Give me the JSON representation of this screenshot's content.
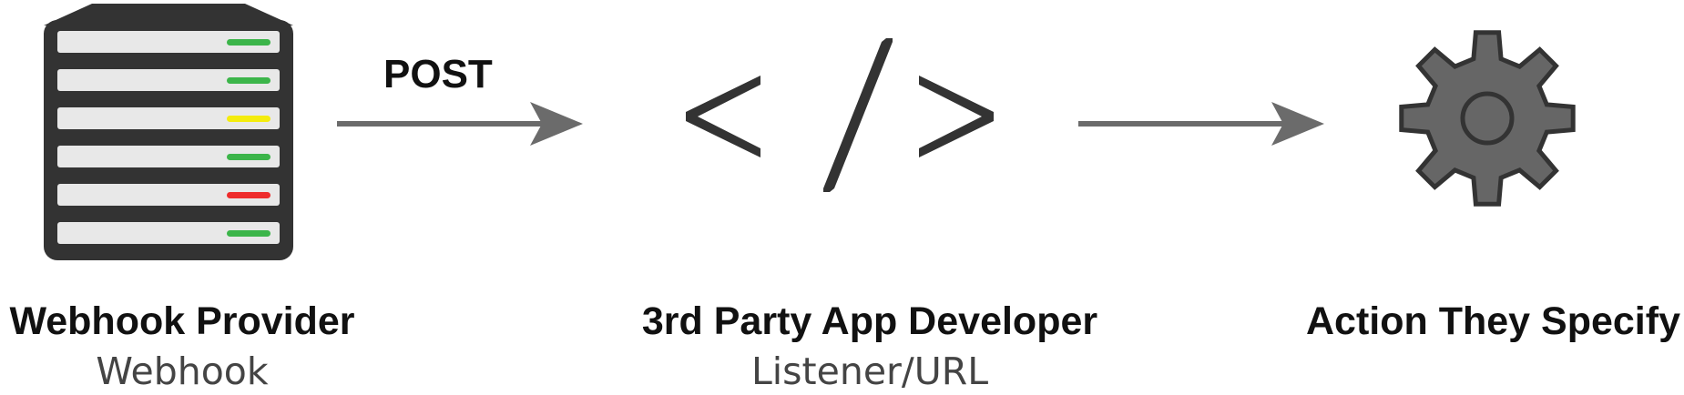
{
  "edge_label": "POST",
  "nodes": [
    {
      "title": "Webhook Provider",
      "subtitle": "Webhook",
      "icon": "server-rack-icon"
    },
    {
      "title": "3rd Party App Developer",
      "subtitle": "Listener/URL",
      "icon": "code-brackets-icon"
    },
    {
      "title": "Action They Specify",
      "subtitle": "",
      "icon": "gear-icon"
    }
  ],
  "server_leds": [
    "#3cb54a",
    "#3cb54a",
    "#f4ec0d",
    "#3cb54a",
    "#ee2c2c",
    "#3cb54a"
  ],
  "colors": {
    "outline": "#333333",
    "tray": "#e8e8e8",
    "arrow": "#6b6b6b",
    "gear_fill": "#666666"
  }
}
